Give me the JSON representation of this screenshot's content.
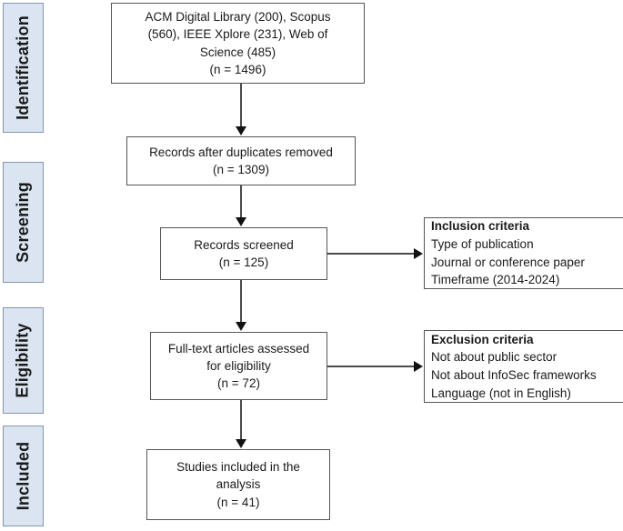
{
  "diagram": {
    "type": "prisma-flow-diagram",
    "stages": [
      {
        "id": "identification",
        "label": "Identification"
      },
      {
        "id": "screening",
        "label": "Screening"
      },
      {
        "id": "eligibility",
        "label": "Eligibility"
      },
      {
        "id": "included",
        "label": "Included"
      }
    ],
    "flow_boxes": [
      {
        "id": "sources",
        "lines": [
          "ACM Digital Library (200), Scopus",
          "(560), IEEE Xplore (231), Web of",
          "Science (485)",
          "(n = 1496)"
        ],
        "count": 1496
      },
      {
        "id": "duplicates-removed",
        "lines": [
          "Records after duplicates removed",
          "(n = 1309)"
        ],
        "count": 1309
      },
      {
        "id": "records-screened",
        "lines": [
          "Records screened",
          "(n = 125)"
        ],
        "count": 125
      },
      {
        "id": "full-text-assessed",
        "lines": [
          "Full-text articles assessed",
          "for eligibility",
          "(n = 72)"
        ],
        "count": 72
      },
      {
        "id": "studies-included",
        "lines": [
          "Studies included in the",
          "analysis",
          "(n = 41)"
        ],
        "count": 41
      }
    ],
    "criteria_boxes": [
      {
        "id": "inclusion-criteria",
        "title": "Inclusion criteria",
        "items": [
          "Type of publication",
          "Journal or conference paper",
          "Timeframe (2014-2024)"
        ]
      },
      {
        "id": "exclusion-criteria",
        "title": "Exclusion criteria",
        "items": [
          "Not about public sector",
          "Not about InfoSec frameworks",
          "Language (not in English)"
        ]
      }
    ],
    "colors": {
      "stage_fill": "#dbe5f1",
      "stage_border": "#8496ae",
      "box_border": "#565656",
      "connector": "#4a4a4a",
      "text": "#1a1a1a",
      "background": "#ffffff"
    }
  }
}
